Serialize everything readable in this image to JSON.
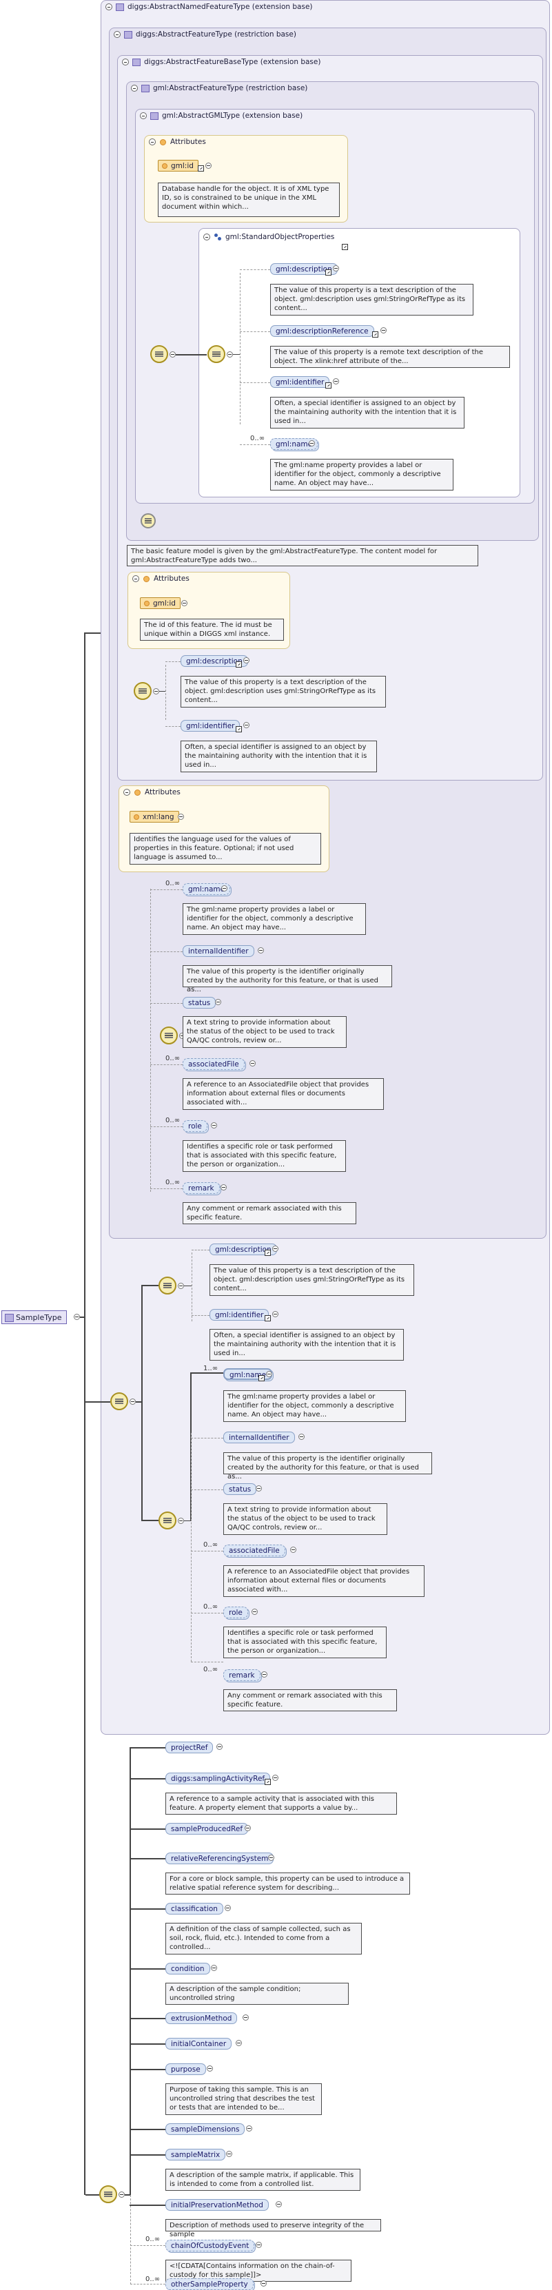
{
  "root": {
    "name": "SampleType"
  },
  "types": {
    "t1": "diggs:AbstractNamedFeatureType (extension base)",
    "t2": "diggs:AbstractFeatureType (restriction base)",
    "t3": "diggs:AbstractFeatureBaseType (extension base)",
    "t4": "gml:AbstractFeatureType (restriction base)",
    "t5": "gml:AbstractGMLType (extension base)",
    "group": "gml:StandardObjectProperties"
  },
  "attributes_label": "Attributes",
  "a1": {
    "name": "gml:id",
    "desc": "Database handle for the object. It is of XML type ID, so is constrained to be unique in the XML document within which..."
  },
  "a2": {
    "name": "gml:id",
    "desc": "The id of this feature. The id must be unique within a DIGGS xml instance."
  },
  "a3": {
    "name": "xml:lang",
    "desc": "Identifies the language used for the values of properties in this feature. Optional; if not used language is assumed to..."
  },
  "g1": [
    {
      "name": "gml:description",
      "desc": "The value of this property is a text description of the object. gml:description uses gml:StringOrRefType as its content..."
    },
    {
      "name": "gml:descriptionReference",
      "desc": "The value of this property is a remote text description of the object. The xlink:href attribute of the..."
    },
    {
      "name": "gml:identifier",
      "desc": "Often, a special identifier is assigned to an object by the maintaining authority with the intention that it is used in..."
    },
    {
      "name": "gml:name",
      "card": "0..∞",
      "desc": "The gml:name property provides a label or identifier for the object, commonly a descriptive name. An object may have..."
    }
  ],
  "featureDesc": "The basic feature model is given by the gml:AbstractFeatureType. The content model for gml:AbstractFeatureType adds two...",
  "g2": [
    {
      "name": "gml:description",
      "desc": "The value of this property is a text description of the object. gml:description uses gml:StringOrRefType as its content..."
    },
    {
      "name": "gml:identifier",
      "desc": "Often, a special identifier is assigned to an object by the maintaining authority with the intention that it is used in..."
    }
  ],
  "g3": [
    {
      "name": "gml:name",
      "card": "0..∞",
      "desc": "The gml:name property provides a label or identifier for the object, commonly a descriptive name. An object may have..."
    },
    {
      "name": "internalIdentifier",
      "desc": "The value of this property is the identifier originally created by the authority for this feature, or that is used as..."
    },
    {
      "name": "status",
      "desc": "A text string to provide information about the status of the object to be used to track QA/QC controls, review or..."
    },
    {
      "name": "associatedFile",
      "card": "0..∞",
      "desc": "A reference to an AssociatedFile object that provides information about external files or documents associated with..."
    },
    {
      "name": "role",
      "card": "0..∞",
      "desc": "Identifies a specific role or task performed that is associated with this specific feature, the person or organization..."
    },
    {
      "name": "remark",
      "card": "0..∞",
      "desc": "Any comment or remark associated with this specific feature."
    }
  ],
  "g4": [
    {
      "name": "gml:description",
      "desc": "The value of this property is a text description of the object. gml:description uses gml:StringOrRefType as its content..."
    },
    {
      "name": "gml:identifier",
      "desc": "Often, a special identifier is assigned to an object by the maintaining authority with the intention that it is used in..."
    }
  ],
  "g5": [
    {
      "name": "gml:name",
      "card": "1..∞",
      "desc": "The gml:name property provides a label or identifier for the object, commonly a descriptive name. An object may have..."
    },
    {
      "name": "internalIdentifier",
      "desc": "The value of this property is the identifier originally created by the authority for this feature, or that is used as..."
    },
    {
      "name": "status",
      "desc": "A text string to provide information about the status of the object to be used to track QA/QC controls, review or..."
    },
    {
      "name": "associatedFile",
      "card": "0..∞",
      "desc": "A reference to an AssociatedFile object that provides information about external files or documents associated with..."
    },
    {
      "name": "role",
      "card": "0..∞",
      "desc": "Identifies a specific role or task performed that is associated with this specific feature, the person or organization..."
    },
    {
      "name": "remark",
      "card": "0..∞",
      "desc": "Any comment or remark associated with this specific feature."
    }
  ],
  "g6": [
    {
      "name": "projectRef"
    },
    {
      "name": "diggs:samplingActivityRef",
      "desc": "A reference to a sample activity that is associated with this feature. A property element that supports a value by..."
    },
    {
      "name": "sampleProducedRef"
    },
    {
      "name": "relativeReferencingSystem",
      "desc": "For a core or block sample, this property can be used to introduce a relative spatial reference system for describing..."
    },
    {
      "name": "classification",
      "desc": "A definition of the class of sample collected, such as soil, rock, fluid, etc.). Intended to come from a controlled..."
    },
    {
      "name": "condition",
      "desc": "A description of the sample condition; uncontrolled string"
    },
    {
      "name": "extrusionMethod"
    },
    {
      "name": "initialContainer"
    },
    {
      "name": "purpose",
      "desc": "Purpose of taking this sample. This is an uncontrolled string that describes the test or tests that are intended to be..."
    },
    {
      "name": "sampleDimensions"
    },
    {
      "name": "sampleMatrix",
      "desc": "A description of the sample matrix, if applicable. This is intended to come from a controlled list."
    },
    {
      "name": "initialPreservationMethod",
      "desc": "Description of methods used to preserve integrity of the sample"
    },
    {
      "name": "chainOfCustodyEvent",
      "card": "0..∞",
      "desc": "<![CDATA[Contains information on the chain-of-custody for this sample]]>"
    },
    {
      "name": "otherSampleProperty",
      "card": "0..∞"
    }
  ]
}
